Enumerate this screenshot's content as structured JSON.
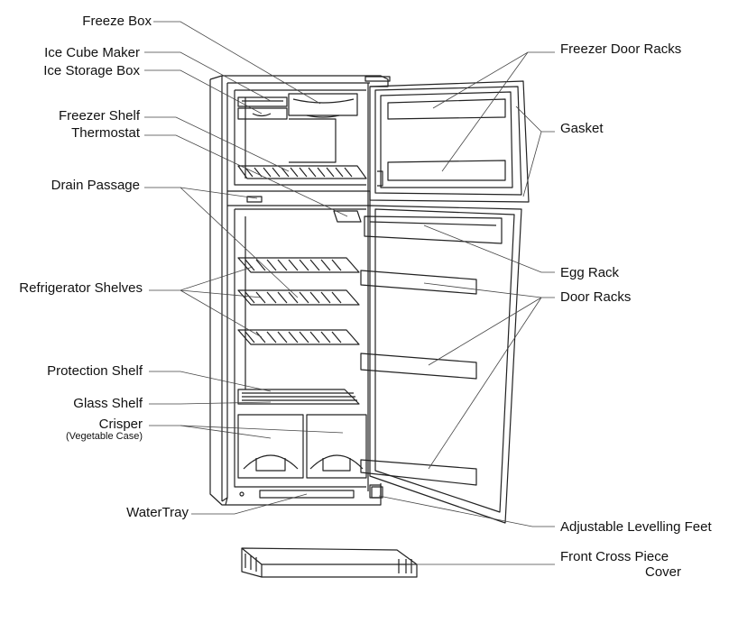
{
  "labels": {
    "freeze_box": "Freeze Box",
    "ice_cube_maker": "Ice Cube Maker",
    "ice_storage_box": "Ice Storage Box",
    "freezer_shelf": "Freezer Shelf",
    "thermostat": "Thermostat",
    "drain_passage": "Drain Passage",
    "refrigerator_shelves": "Refrigerator Shelves",
    "protection_shelf": "Protection Shelf",
    "glass_shelf": "Glass Shelf",
    "crisper": "Crisper",
    "crisper_sub": "(Vegetable Case)",
    "water_tray": "WaterTray",
    "freezer_door_racks": "Freezer Door Racks",
    "gasket": "Gasket",
    "egg_rack": "Egg Rack",
    "door_racks": "Door Racks",
    "adjustable_levelling_feet": "Adjustable Levelling Feet",
    "front_cross_piece_cover_1": "Front Cross Piece",
    "front_cross_piece_cover_2": "Cover"
  }
}
